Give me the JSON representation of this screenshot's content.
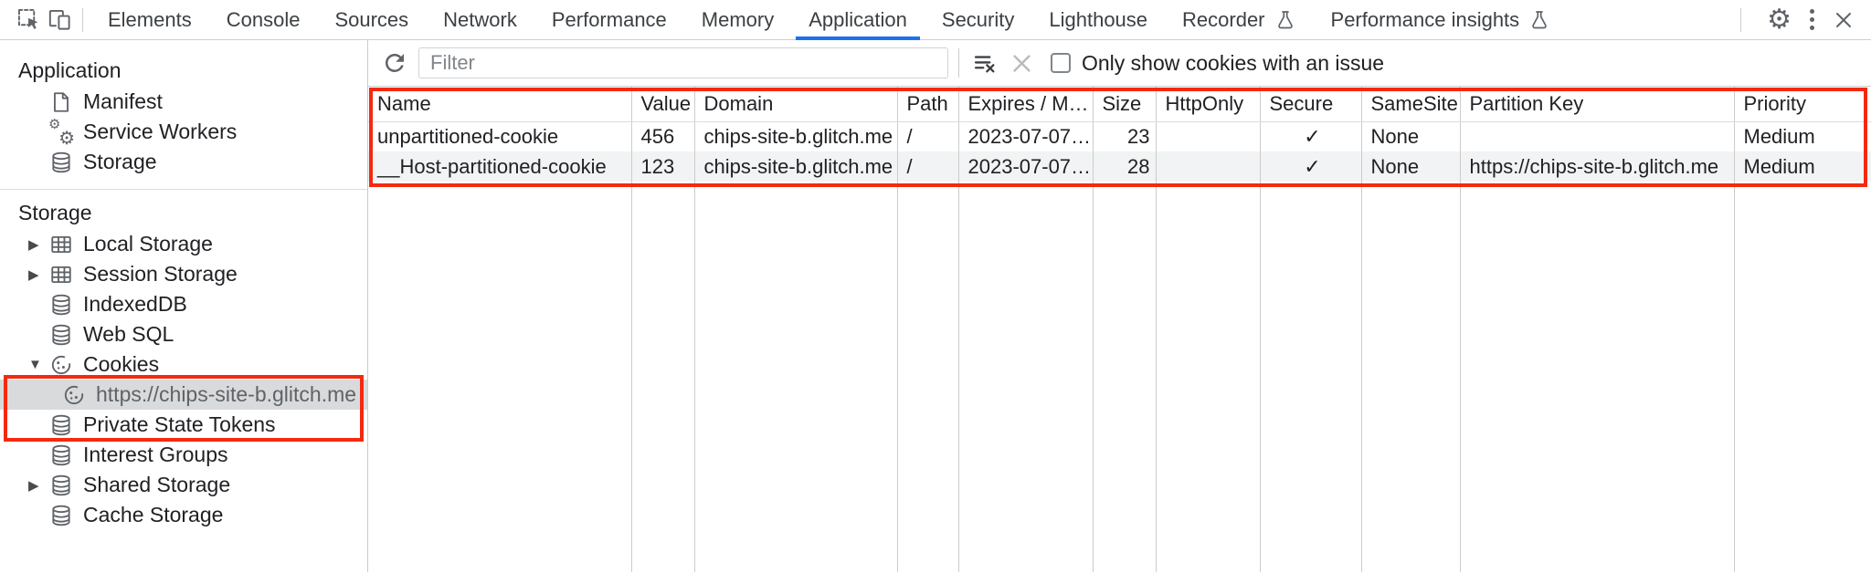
{
  "colors": {
    "tab_accent": "#1a73e8",
    "annotation_red": "#f4290f",
    "selected_row_bg": "#d9dadb",
    "icon_gray": "#5f6368"
  },
  "icons": {
    "gear": "⚙",
    "gear_small": "⚙",
    "expander_open": "▼",
    "expander_closed": "▶"
  },
  "topbar": {
    "tabs": [
      {
        "label": "Elements"
      },
      {
        "label": "Console"
      },
      {
        "label": "Sources"
      },
      {
        "label": "Network"
      },
      {
        "label": "Performance"
      },
      {
        "label": "Memory"
      },
      {
        "label": "Application",
        "selected": true
      },
      {
        "label": "Security"
      },
      {
        "label": "Lighthouse"
      },
      {
        "label": "Recorder",
        "flask": true
      },
      {
        "label": "Performance insights",
        "flask": true
      }
    ]
  },
  "sidebar": {
    "application_section": {
      "header": "Application",
      "items": [
        {
          "label": "Manifest"
        },
        {
          "label": "Service Workers"
        },
        {
          "label": "Storage"
        }
      ]
    },
    "storage_section": {
      "header": "Storage",
      "items": [
        {
          "label": "Local Storage"
        },
        {
          "label": "Session Storage"
        },
        {
          "label": "IndexedDB"
        },
        {
          "label": "Web SQL"
        },
        {
          "label": "Cookies"
        },
        {
          "label": "https://chips-site-b.glitch.me"
        },
        {
          "label": "Private State Tokens"
        },
        {
          "label": "Interest Groups"
        },
        {
          "label": "Shared Storage"
        },
        {
          "label": "Cache Storage"
        }
      ]
    }
  },
  "cookies_panel": {
    "filter_placeholder": "Filter",
    "only_issue_label": "Only show cookies with an issue",
    "table": {
      "columns": [
        "Name",
        "Value",
        "Domain",
        "Path",
        "Expires / M…",
        "Size",
        "HttpOnly",
        "Secure",
        "SameSite",
        "Partition Key",
        "Priority"
      ],
      "rows": [
        {
          "name": "unpartitioned-cookie",
          "value": "456",
          "domain": "chips-site-b.glitch.me",
          "path": "/",
          "expires": "2023-07-07…",
          "size": "23",
          "http_only": "",
          "secure": "✓",
          "same_site": "None",
          "partition_key": "",
          "priority": "Medium"
        },
        {
          "name": "__Host-partitioned-cookie",
          "value": "123",
          "domain": "chips-site-b.glitch.me",
          "path": "/",
          "expires": "2023-07-07…",
          "size": "28",
          "http_only": "",
          "secure": "✓",
          "same_site": "None",
          "partition_key": "https://chips-site-b.glitch.me",
          "priority": "Medium"
        }
      ]
    }
  }
}
